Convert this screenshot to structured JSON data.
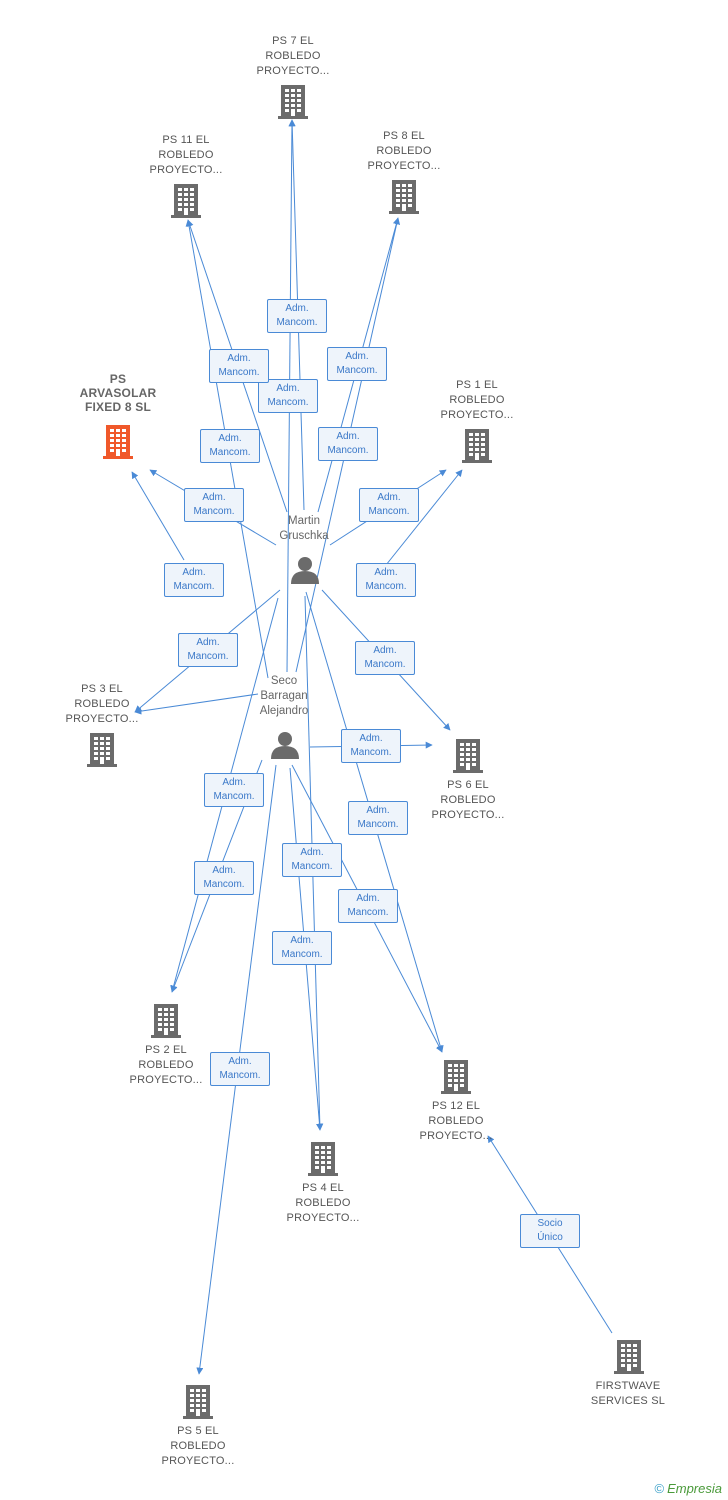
{
  "colors": {
    "edge": "#4a8ad6",
    "building": "#6b6b6b",
    "focus": "#f0582a",
    "person": "#6b6b6b"
  },
  "companies": [
    {
      "id": "ps7",
      "label": "PS 7 EL\nROBLEDO\nPROYECTO..."
    },
    {
      "id": "ps11",
      "label": "PS 11 EL\nROBLEDO\nPROYECTO..."
    },
    {
      "id": "ps8",
      "label": "PS 8 EL\nROBLEDO\nPROYECTO..."
    },
    {
      "id": "arva",
      "label": "PS\nARVASOLAR\nFIXED 8 SL",
      "focus": true
    },
    {
      "id": "ps1",
      "label": "PS 1 EL\nROBLEDO\nPROYECTO..."
    },
    {
      "id": "ps3",
      "label": "PS 3 EL\nROBLEDO\nPROYECTO..."
    },
    {
      "id": "ps6",
      "label": "PS 6 EL\nROBLEDO\nPROYECTO..."
    },
    {
      "id": "ps2",
      "label": "PS 2 EL\nROBLEDO\nPROYECTO..."
    },
    {
      "id": "ps12",
      "label": "PS 12 EL\nROBLEDO\nPROYECTO..."
    },
    {
      "id": "ps4",
      "label": "PS 4 EL\nROBLEDO\nPROYECTO..."
    },
    {
      "id": "ps5",
      "label": "PS 5 EL\nROBLEDO\nPROYECTO..."
    },
    {
      "id": "fw",
      "label": "FIRSTWAVE\nSERVICES SL"
    }
  ],
  "people": [
    {
      "id": "martin",
      "label": "Martin\nGruschka"
    },
    {
      "id": "seco",
      "label": "Seco\nBarragan\nAlejandro"
    }
  ],
  "edges": [
    {
      "from": "martin",
      "to": "ps7",
      "label": "Adm.\nMancom."
    },
    {
      "from": "seco",
      "to": "ps7",
      "label": "Adm.\nMancom."
    },
    {
      "from": "martin",
      "to": "ps11",
      "label": "Adm.\nMancom."
    },
    {
      "from": "seco",
      "to": "ps11",
      "label": "Adm.\nMancom."
    },
    {
      "from": "martin",
      "to": "ps8",
      "label": "Adm.\nMancom."
    },
    {
      "from": "seco",
      "to": "ps8",
      "label": "Adm.\nMancom."
    },
    {
      "from": "martin",
      "to": "arva",
      "label": "Adm.\nMancom."
    },
    {
      "from": "seco",
      "to": "arva",
      "label": "Adm.\nMancom."
    },
    {
      "from": "martin",
      "to": "ps1",
      "label": "Adm.\nMancom."
    },
    {
      "from": "seco",
      "to": "ps1",
      "label": "Adm.\nMancom."
    },
    {
      "from": "martin",
      "to": "ps3",
      "label": "Adm.\nMancom."
    },
    {
      "from": "seco",
      "to": "ps3",
      "label": "Adm.\nMancom."
    },
    {
      "from": "martin",
      "to": "ps6",
      "label": "Adm.\nMancom."
    },
    {
      "from": "seco",
      "to": "ps6",
      "label": "Adm.\nMancom."
    },
    {
      "from": "martin",
      "to": "ps2",
      "label": "Adm.\nMancom."
    },
    {
      "from": "seco",
      "to": "ps2",
      "label": "Adm.\nMancom."
    },
    {
      "from": "martin",
      "to": "ps12",
      "label": "Adm.\nMancom."
    },
    {
      "from": "seco",
      "to": "ps12",
      "label": "Adm.\nMancom."
    },
    {
      "from": "martin",
      "to": "ps4",
      "label": "Adm.\nMancom."
    },
    {
      "from": "seco",
      "to": "ps4",
      "label": "Adm.\nMancom."
    },
    {
      "from": "seco",
      "to": "ps5",
      "label": "Adm.\nMancom."
    },
    {
      "from": "fw",
      "to": "ps12",
      "label": "Socio\nÚnico"
    }
  ],
  "footer": {
    "copyright": "©",
    "brand": "Empresia"
  }
}
